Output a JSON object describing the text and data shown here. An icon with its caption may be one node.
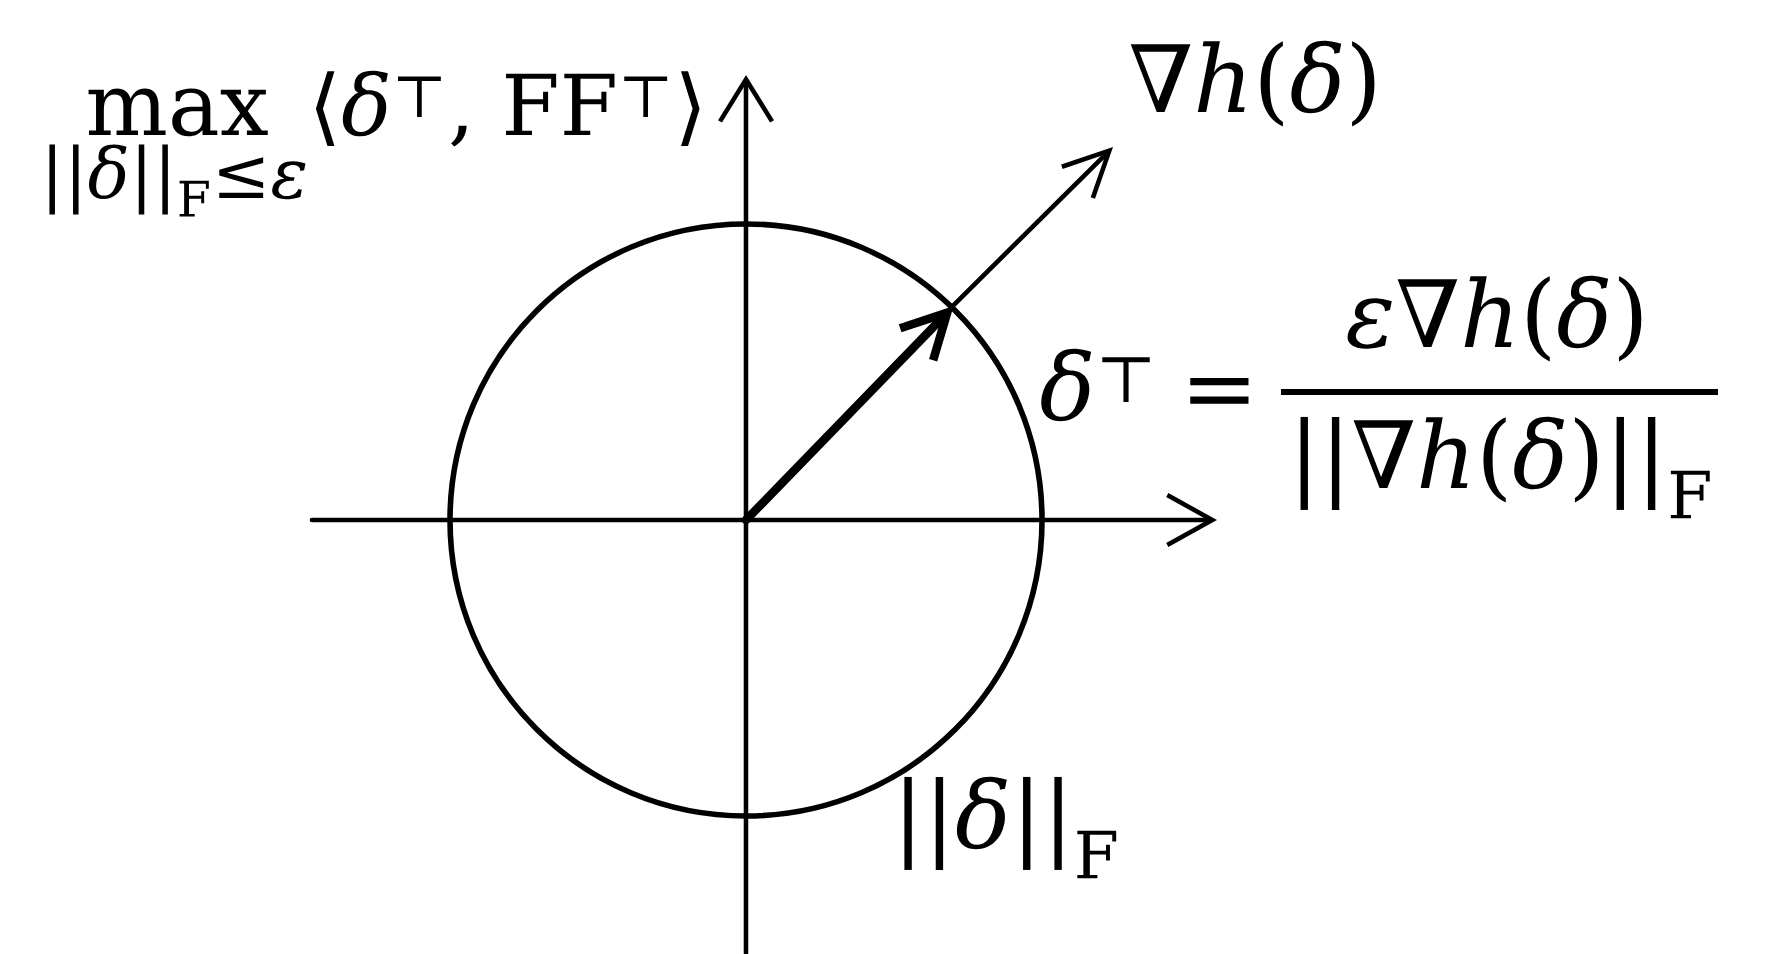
{
  "diagram": {
    "nodes": [
      {
        "text": [],
        "shape": "circle",
        "beside": [
          "||*δ*||$_{F}$"
        ]
      }
    ],
    "labels": [
      "max",
      "||*δ*||$_{F}$≤*ε*",
      "⟨*δ*$^{⊤}$, FF$^{⊤}$⟩",
      "∇*h*(*δ*)",
      "*δ*$^{⊤}$",
      "=",
      "*ε*∇*h*(*δ*)",
      "||∇*h*(*δ*)||$_{F}$"
    ]
  }
}
